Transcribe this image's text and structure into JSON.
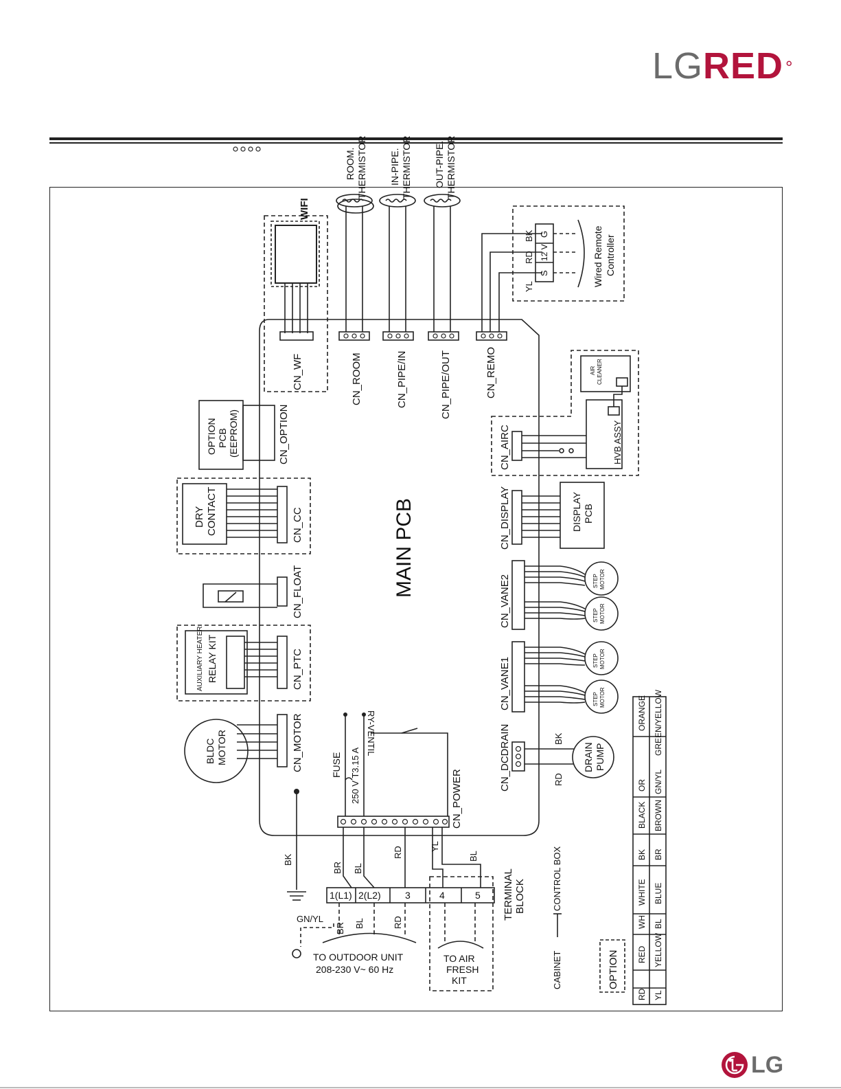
{
  "header": {
    "brand_lg": "LG",
    "brand_red": "RED",
    "brand_mark": "°"
  },
  "colors": {
    "brand_red": "#b2143c",
    "brand_gray": "#6b6b6b",
    "line": "#222222"
  },
  "diagram": {
    "main_pcb": "MAIN PCB",
    "connectors": {
      "wf": "CN_WF",
      "room": "CN_ROOM",
      "pipe_in": "CN_PIPE/IN",
      "pipe_out": "CN_PIPE/OUT",
      "remo": "CN_REMO",
      "option": "CN_OPTION",
      "cc": "CN_CC",
      "float": "CN_FLOAT",
      "ptc": "CN_PTC",
      "motor": "CN_MOTOR",
      "power": "CN_POWER",
      "airc": "CN_AIRC",
      "display": "CN_DISPLAY",
      "vane2": "CN_VANE2",
      "vane1": "CN_VANE1",
      "dcdrain": "CN_DCDRAIN"
    },
    "components": {
      "wifi": "WIFI",
      "room_thermistor": [
        "ROOM.",
        "THERMISTOR"
      ],
      "in_pipe_thermistor": [
        "IN-PIPE.",
        "THERMISTOR"
      ],
      "out_pipe_thermistor": [
        "OUT-PIPE.",
        "THERMISTOR"
      ],
      "wired_remote": [
        "Wired Remote",
        "Controller"
      ],
      "remote_terminals": [
        "S",
        "12 V",
        "G"
      ],
      "remote_wires": [
        "YL",
        "RD",
        "BK"
      ],
      "option_pcb": [
        "OPTION",
        "PCB",
        "(EEPROM)"
      ],
      "dry_contact": [
        "DRY",
        "CONTACT"
      ],
      "aux_heater": [
        "AUXILIARY HEATER",
        "RELAY KIT"
      ],
      "bldc_motor": [
        "BLDC",
        "MOTOR"
      ],
      "fuse": "FUSE",
      "fuse_rating": "250 V T3.15 A",
      "ry_ventil": "RY-VENTIL",
      "air_cleaner": [
        "AIR",
        "CLEANER"
      ],
      "hvb_assy": "HVB ASSY",
      "display_pcb": [
        "DISPLAY",
        "PCB"
      ],
      "step_motor": [
        "STEP",
        "MOTOR"
      ],
      "drain_pump": [
        "DRAIN",
        "PUMP"
      ],
      "terminal_block": [
        "TERMINAL",
        "BLOCK"
      ],
      "terminals": [
        "1(L1)",
        "2(L2)",
        "3",
        "4",
        "5"
      ],
      "to_outdoor": [
        "TO OUTDOOR UNIT",
        "208-230 V~ 60 Hz"
      ],
      "to_air_fresh": [
        "TO AIR",
        "FRESH",
        "KIT"
      ],
      "control_box": "CONTROL BOX",
      "cabinet": "CABINET",
      "option_label": "OPTION"
    },
    "wire_labels": {
      "bk": "BK",
      "br": "BR",
      "bl": "BL",
      "rd": "RD",
      "yl": "YL",
      "gnyl": "GN/YL"
    },
    "color_legend": [
      [
        "RD",
        "RED"
      ],
      [
        "YL",
        "YELLOW"
      ],
      [
        "WH",
        "WHITE"
      ],
      [
        "BL",
        "BLUE"
      ],
      [
        "BK",
        "BLACK"
      ],
      [
        "BR",
        "BROWN"
      ],
      [
        "OR",
        "ORANGE"
      ],
      [
        "GN/YL",
        "GREEN/YELLOW"
      ]
    ]
  },
  "footer": {
    "logo_text": "LG"
  }
}
